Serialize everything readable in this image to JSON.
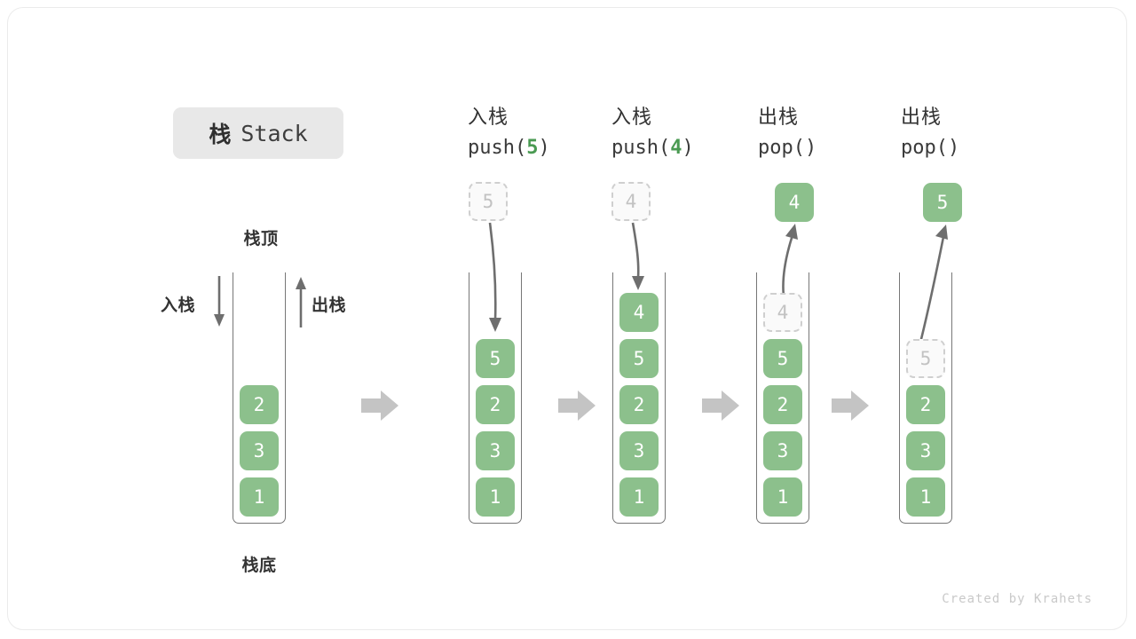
{
  "title": {
    "cn": "栈",
    "en": "Stack"
  },
  "legend": {
    "top_label": "栈顶",
    "bottom_label": "栈底",
    "push_label": "入栈",
    "pop_label": "出栈"
  },
  "footer": {
    "credit": "Created by Krahets"
  },
  "colors": {
    "cell_fill": "#8cc08c",
    "cell_text": "#ffffff",
    "ghost_fill": "#fafafa",
    "ghost_border": "#cfcfcf",
    "ghost_text": "#c2c2c2",
    "tube_border": "#777777",
    "arrow_gray": "#6e6e6e",
    "step_arrow": "#c4c4c4",
    "badge_bg": "#e8e8e8",
    "accent_green": "#4a9a52"
  },
  "columns": [
    {
      "id": "initial",
      "head_line1": "",
      "head_line2": "",
      "head_arg": "",
      "stack": [
        "2",
        "3",
        "1"
      ],
      "floating": null,
      "ghost_in_stack": null
    },
    {
      "id": "push-5",
      "head_line1": "入栈",
      "head_line2_pre": "push(",
      "head_arg": "5",
      "head_line2_post": ")",
      "stack": [
        "5",
        "2",
        "3",
        "1"
      ],
      "floating": {
        "value": "5",
        "style": "ghost"
      },
      "motion": "down"
    },
    {
      "id": "push-4",
      "head_line1": "入栈",
      "head_line2_pre": "push(",
      "head_arg": "4",
      "head_line2_post": ")",
      "stack": [
        "4",
        "5",
        "2",
        "3",
        "1"
      ],
      "floating": {
        "value": "4",
        "style": "ghost"
      },
      "motion": "down"
    },
    {
      "id": "pop-1",
      "head_line1": "出栈",
      "head_line2_pre": "pop(",
      "head_arg": "",
      "head_line2_post": ")",
      "stack": [
        "5",
        "2",
        "3",
        "1"
      ],
      "ghost_in_stack": "4",
      "floating": {
        "value": "4",
        "style": "solid"
      },
      "motion": "up"
    },
    {
      "id": "pop-2",
      "head_line1": "出栈",
      "head_line2_pre": "pop(",
      "head_arg": "",
      "head_line2_post": ")",
      "stack": [
        "2",
        "3",
        "1"
      ],
      "ghost_in_stack": "5",
      "floating": {
        "value": "5",
        "style": "solid"
      },
      "motion": "up"
    }
  ]
}
